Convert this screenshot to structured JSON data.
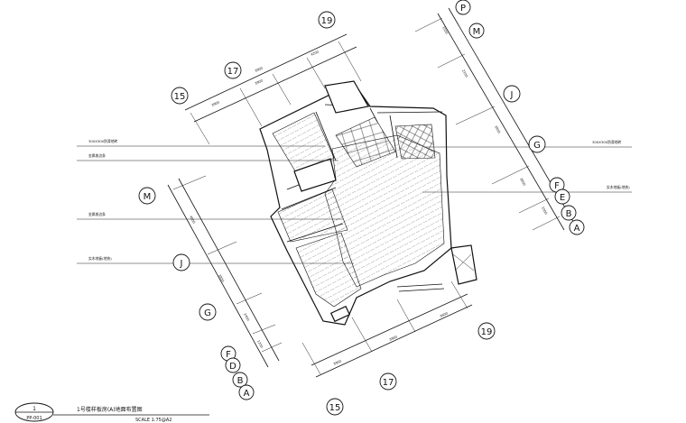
{
  "title_block": {
    "sheet_no": "1",
    "sheet_code": "PP-001",
    "title": "1号楼样板房(A)地面布置图",
    "scale": "SCALE  1:75@A2"
  },
  "axis_labels": {
    "top_left": [
      "15",
      "17",
      "19"
    ],
    "bottom_right": [
      "15",
      "17",
      "19"
    ],
    "left": [
      "M",
      "J",
      "G",
      "F",
      "D",
      "B",
      "A"
    ],
    "right": [
      "P",
      "M",
      "J",
      "G",
      "F",
      "E",
      "B",
      "A"
    ]
  },
  "dimensions": {
    "top": [
      "3900",
      "3900",
      "3900",
      "4200"
    ],
    "left": [
      "4800",
      "3900",
      "2400",
      "1200"
    ],
    "right": [
      "1500",
      "2100",
      "3900",
      "3600",
      "1000"
    ],
    "bottom": [
      "3900",
      "3900",
      "3600"
    ]
  },
  "notes": {
    "left": [
      "300X300防滑地砖",
      "金属收边条",
      "金属收边条",
      "实木地板(地热)"
    ],
    "right": [
      "300X300防滑地砖",
      "实木地板(地热)"
    ]
  },
  "colors": {
    "line": "#111111",
    "hatch": "#555555",
    "background": "#ffffff"
  }
}
